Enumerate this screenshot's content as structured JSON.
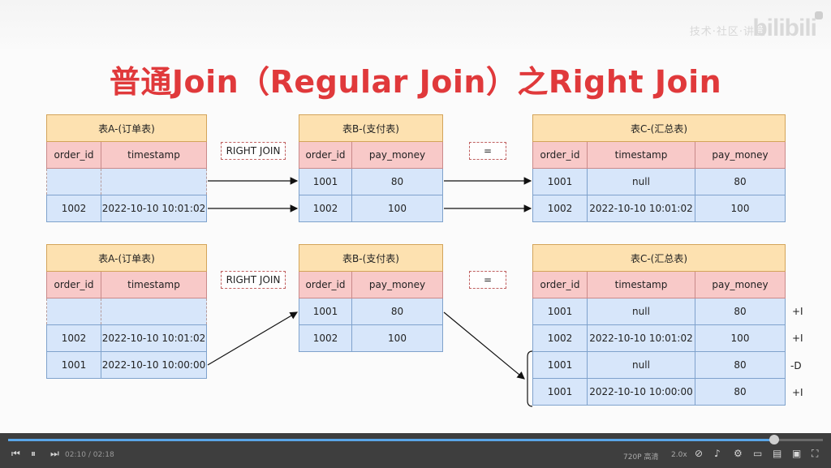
{
  "watermark_text": "技术·社区·讲堂",
  "logo_text": "bilibili",
  "title": "普通Join（Regular Join）之Right Join",
  "op_join": "RIGHT JOIN",
  "op_eq": "=",
  "table_a": {
    "caption": "表A-(订单表)",
    "columns": [
      "order_id",
      "timestamp"
    ],
    "rows_top": [
      [
        "",
        ""
      ],
      [
        "1002",
        "2022-10-10 10:01:02"
      ]
    ],
    "rows_bottom": [
      [
        "",
        ""
      ],
      [
        "1002",
        "2022-10-10 10:01:02"
      ],
      [
        "1001",
        "2022-10-10 10:00:00"
      ]
    ]
  },
  "table_b": {
    "caption": "表B-(支付表)",
    "columns": [
      "order_id",
      "pay_money"
    ],
    "rows": [
      [
        "1001",
        "80"
      ],
      [
        "1002",
        "100"
      ]
    ]
  },
  "table_c": {
    "caption": "表C-(汇总表)",
    "columns": [
      "order_id",
      "timestamp",
      "pay_money"
    ],
    "rows_top": [
      [
        "1001",
        "null",
        "80"
      ],
      [
        "1002",
        "2022-10-10 10:01:02",
        "100"
      ]
    ],
    "rows_bottom": [
      [
        "1001",
        "null",
        "80"
      ],
      [
        "1002",
        "2022-10-10 10:01:02",
        "100"
      ],
      [
        "1001",
        "null",
        "80"
      ],
      [
        "1001",
        "2022-10-10 10:00:00",
        "80"
      ]
    ],
    "row_kinds": [
      "+I",
      "+I",
      "-D",
      "+I"
    ]
  },
  "player": {
    "current_time": "02:10",
    "separator": "/",
    "total_time": "02:18",
    "progress_percent": 94,
    "quality": "720P 高清",
    "speed": "2.0x"
  },
  "icons": [
    "prev-icon",
    "pause-icon",
    "next-icon",
    "danmaku-off-icon",
    "volume-icon",
    "settings-icon",
    "pip-icon",
    "widescreen-icon",
    "web-fullscreen-icon",
    "fullscreen-icon"
  ]
}
